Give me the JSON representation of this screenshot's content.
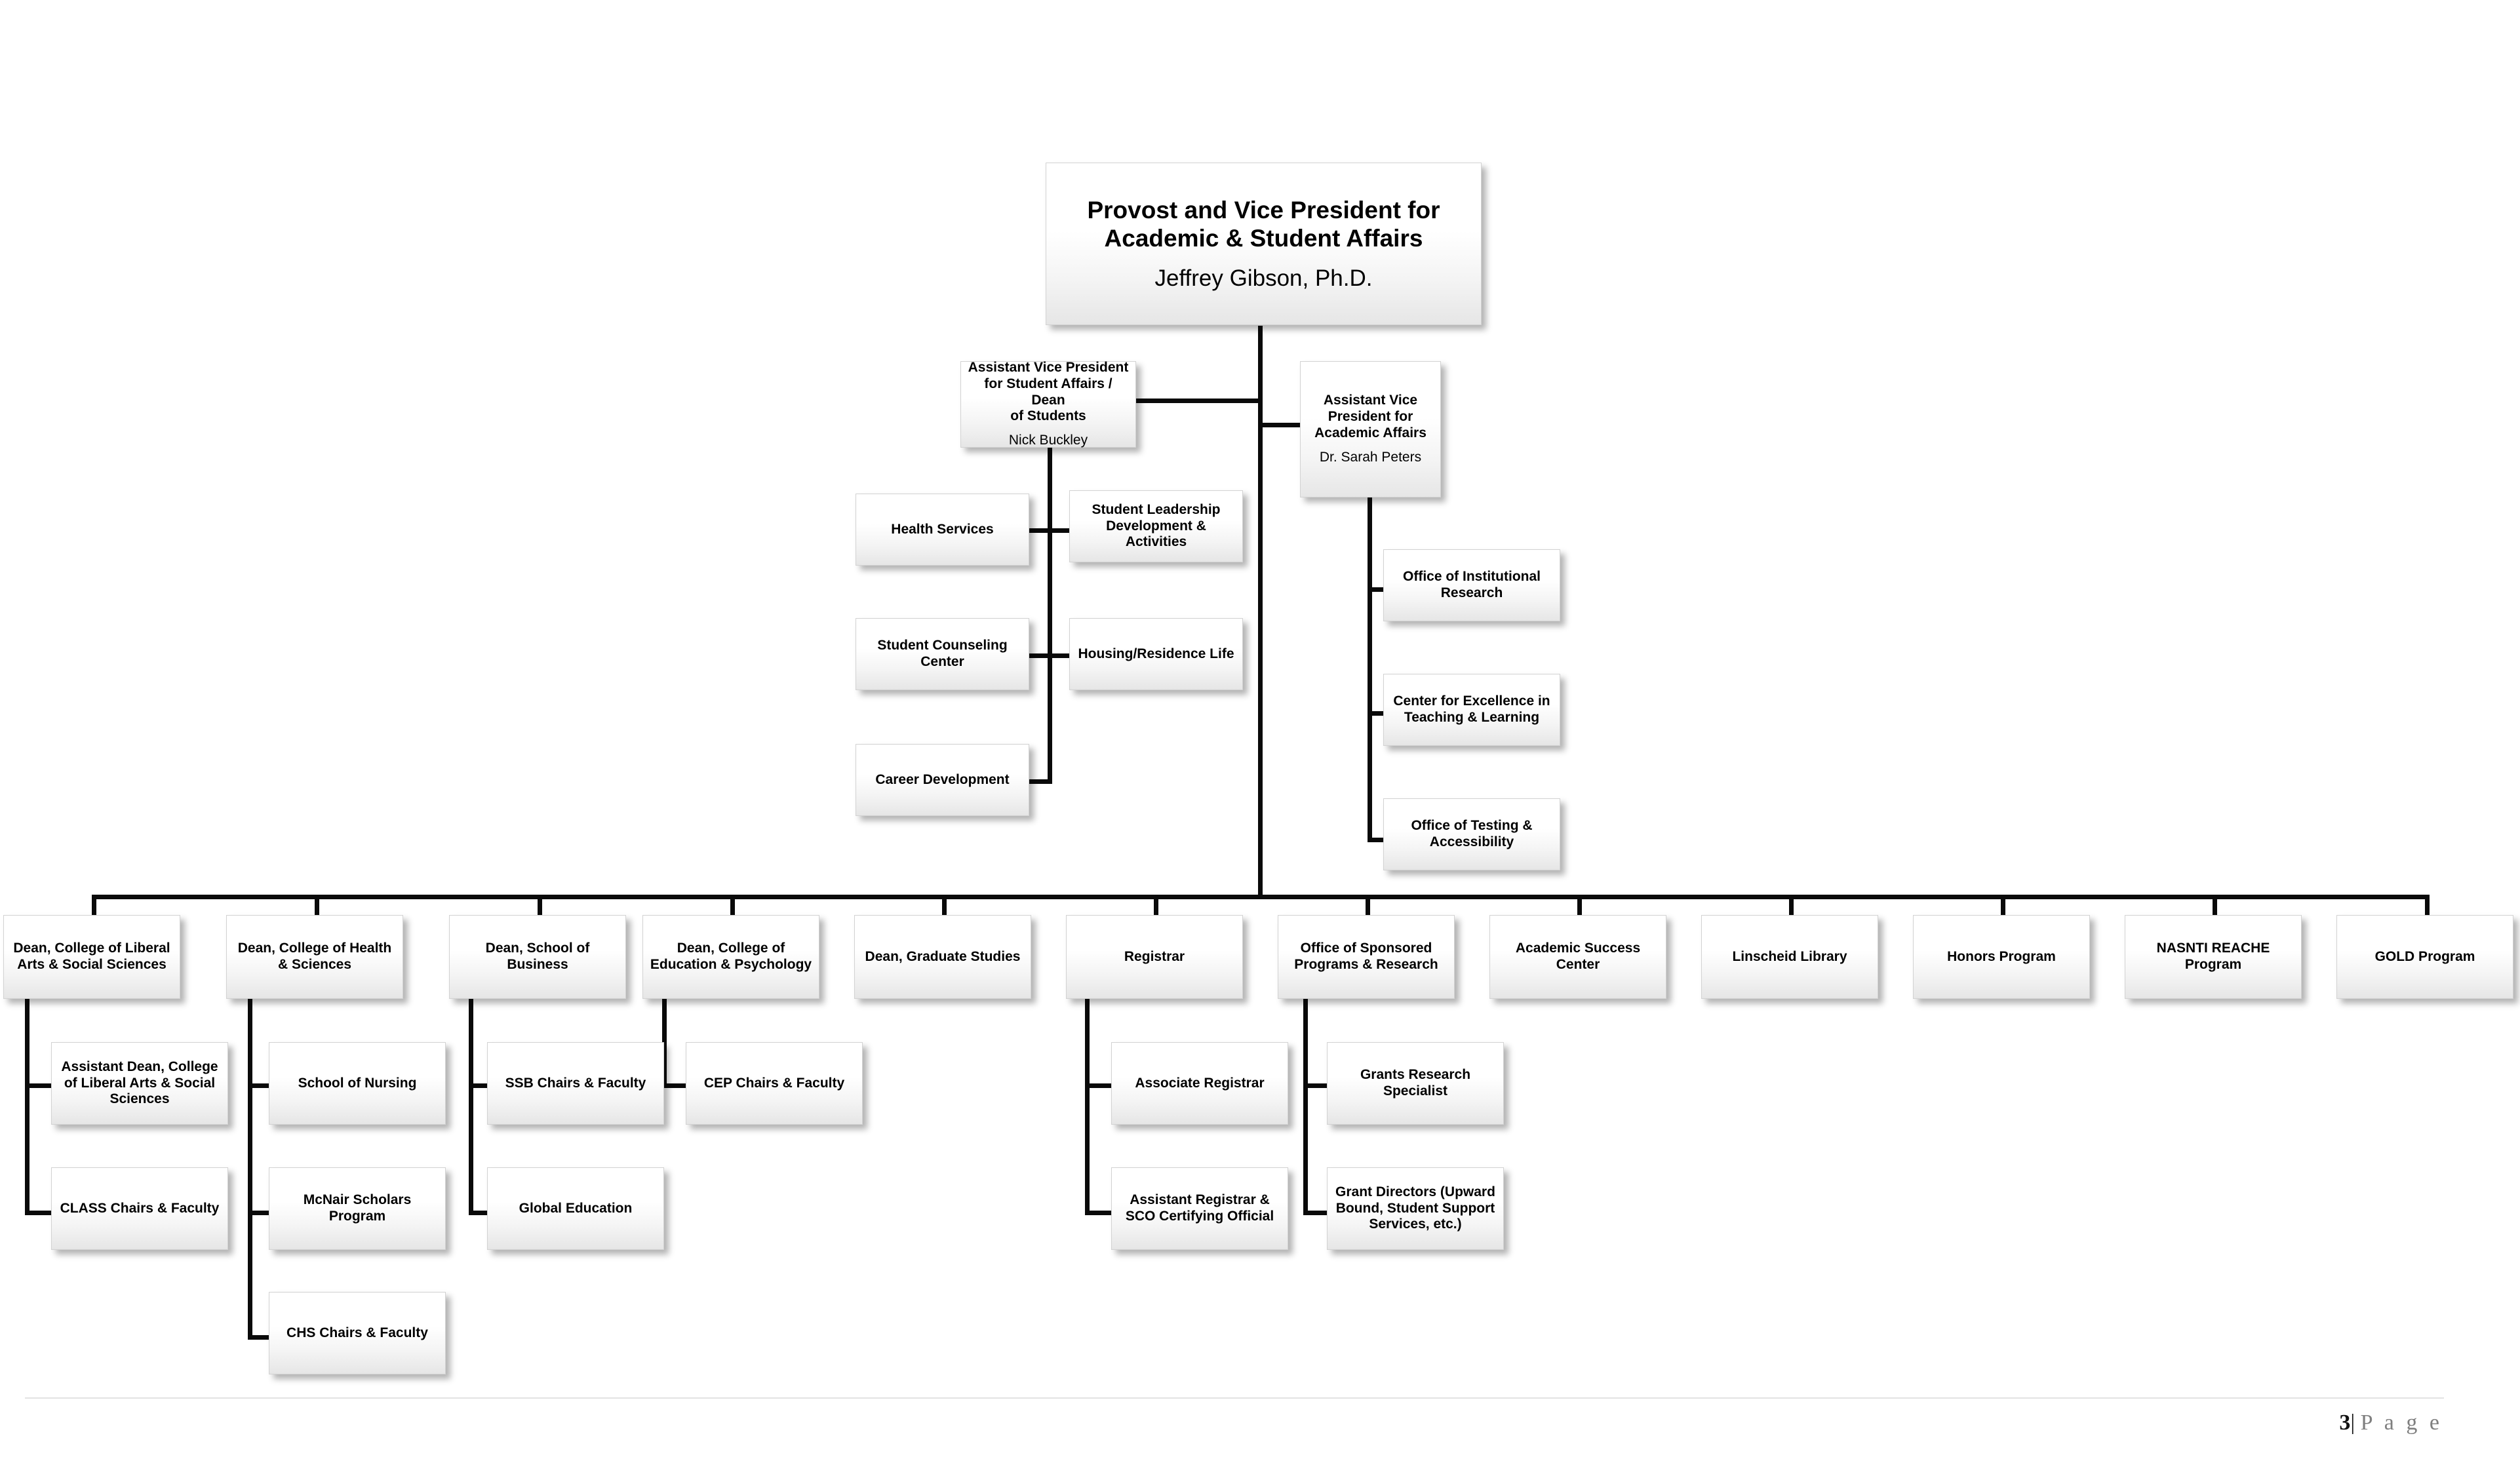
{
  "document": {
    "footer": {
      "page_number": "3",
      "separator": "|",
      "page_word": "P a g e"
    }
  },
  "chart_data": {
    "type": "diagram",
    "diagram_kind": "organizational-chart",
    "title": "Provost and Vice President for Academic & Student Affairs organizational chart",
    "nodes": [
      {
        "id": "provost",
        "level": 1,
        "title": "Provost and Vice President for Academic & Student Affairs",
        "title_line1": "Provost and Vice President for",
        "title_line2": "Academic & Student Affairs",
        "person": "Jeffrey Gibson, Ph.D.",
        "parent": null
      },
      {
        "id": "avp-student-affairs",
        "level": 2,
        "title": "Assistant Vice President for Student Affairs / Dean of Students",
        "title_line1": "Assistant Vice President",
        "title_line2": "for Student Affairs / Dean",
        "title_line3": "of Students",
        "person": "Nick Buckley",
        "parent": "provost"
      },
      {
        "id": "avp-academic-affairs",
        "level": 2,
        "title": "Assistant Vice President for Academic Affairs",
        "title_line1": "Assistant Vice",
        "title_line2": "President for",
        "title_line3": "Academic Affairs",
        "person": "Dr. Sarah Peters",
        "parent": "provost"
      },
      {
        "id": "health-services",
        "level": 3,
        "title": "Health Services",
        "parent": "avp-student-affairs"
      },
      {
        "id": "student-leadership",
        "level": 3,
        "title": "Student Leadership Development & Activities",
        "parent": "avp-student-affairs"
      },
      {
        "id": "student-counseling",
        "level": 3,
        "title": "Student Counseling Center",
        "parent": "avp-student-affairs"
      },
      {
        "id": "housing-residence-life",
        "level": 3,
        "title": "Housing/Residence Life",
        "parent": "avp-student-affairs"
      },
      {
        "id": "career-development",
        "level": 3,
        "title": "Career Development",
        "parent": "avp-student-affairs"
      },
      {
        "id": "office-institutional-research",
        "level": 3,
        "title": "Office of Institutional Research",
        "parent": "avp-academic-affairs"
      },
      {
        "id": "center-excellence-teaching",
        "level": 3,
        "title": "Center for Excellence in Teaching & Learning",
        "parent": "avp-academic-affairs"
      },
      {
        "id": "office-testing-accessibility",
        "level": 3,
        "title": "Office of Testing & Accessibility",
        "parent": "avp-academic-affairs"
      },
      {
        "id": "dean-class",
        "level": 3,
        "title": "Dean, College of Liberal Arts & Social Sciences",
        "parent": "provost"
      },
      {
        "id": "dean-chs",
        "level": 3,
        "title": "Dean, College of Health & Sciences",
        "parent": "provost"
      },
      {
        "id": "dean-ssb",
        "level": 3,
        "title": "Dean, School of Business",
        "parent": "provost"
      },
      {
        "id": "dean-cep",
        "level": 3,
        "title": "Dean, College of Education & Psychology",
        "parent": "provost"
      },
      {
        "id": "dean-graduate",
        "level": 3,
        "title": "Dean, Graduate Studies",
        "parent": "provost"
      },
      {
        "id": "registrar",
        "level": 3,
        "title": "Registrar",
        "parent": "provost"
      },
      {
        "id": "sponsored-programs",
        "level": 3,
        "title": "Office of Sponsored Programs & Research",
        "parent": "provost"
      },
      {
        "id": "academic-success-center",
        "level": 3,
        "title": "Academic Success Center",
        "parent": "provost"
      },
      {
        "id": "linscheid-library",
        "level": 3,
        "title": "Linscheid Library",
        "parent": "provost"
      },
      {
        "id": "honors-program",
        "level": 3,
        "title": "Honors Program",
        "parent": "provost"
      },
      {
        "id": "nasnti-reache",
        "level": 3,
        "title": "NASNTI REACHE Program",
        "parent": "provost"
      },
      {
        "id": "gold-program",
        "level": 3,
        "title": "GOLD Program",
        "parent": "provost"
      },
      {
        "id": "asst-dean-class",
        "level": 4,
        "title": "Assistant Dean, College of Liberal Arts & Social Sciences",
        "parent": "dean-class"
      },
      {
        "id": "class-chairs",
        "level": 4,
        "title": "CLASS Chairs & Faculty",
        "parent": "dean-class"
      },
      {
        "id": "school-of-nursing",
        "level": 4,
        "title": "School of Nursing",
        "parent": "dean-chs"
      },
      {
        "id": "mcnair-scholars",
        "level": 4,
        "title": "McNair Scholars Program",
        "parent": "dean-chs"
      },
      {
        "id": "chs-chairs",
        "level": 4,
        "title": "CHS Chairs & Faculty",
        "parent": "dean-chs"
      },
      {
        "id": "ssb-chairs",
        "level": 4,
        "title": "SSB Chairs & Faculty",
        "parent": "dean-ssb"
      },
      {
        "id": "global-education",
        "level": 4,
        "title": "Global Education",
        "parent": "dean-ssb"
      },
      {
        "id": "cep-chairs",
        "level": 4,
        "title": "CEP Chairs & Faculty",
        "parent": "dean-cep"
      },
      {
        "id": "associate-registrar",
        "level": 4,
        "title": "Associate Registrar",
        "parent": "registrar"
      },
      {
        "id": "assistant-registrar",
        "level": 4,
        "title": "Assistant Registrar & SCO Certifying Official",
        "parent": "registrar"
      },
      {
        "id": "grants-research-specialist",
        "level": 4,
        "title": "Grants Research Specialist",
        "parent": "sponsored-programs"
      },
      {
        "id": "grant-directors",
        "level": 4,
        "title": "Grant Directors (Upward Bound, Student Support Services, etc.)",
        "parent": "sponsored-programs"
      }
    ]
  },
  "boxes": {
    "provost": {
      "line1": "Provost and Vice President for",
      "line2": "Academic & Student Affairs",
      "person": "Jeffrey Gibson, Ph.D."
    },
    "avp_student_affairs": {
      "line1": "Assistant Vice President",
      "line2": "for Student Affairs / Dean",
      "line3": "of Students",
      "person": "Nick Buckley"
    },
    "avp_academic_affairs": {
      "line1": "Assistant Vice",
      "line2": "President for",
      "line3": "Academic Affairs",
      "person": "Dr. Sarah Peters"
    },
    "health_services": "Health Services",
    "student_leadership": "Student Leadership Development & Activities",
    "student_counseling": "Student Counseling Center",
    "housing_residence_life": "Housing/Residence Life",
    "career_development": "Career Development",
    "office_institutional_research": "Office of Institutional Research",
    "center_excellence_teaching": "Center for Excellence in Teaching & Learning",
    "office_testing_accessibility": "Office of Testing & Accessibility",
    "dean_class": "Dean, College of Liberal Arts & Social Sciences",
    "dean_chs": "Dean, College of Health & Sciences",
    "dean_ssb": "Dean, School of Business",
    "dean_cep": "Dean, College of Education & Psychology",
    "dean_graduate": "Dean, Graduate Studies",
    "registrar": "Registrar",
    "sponsored_programs": "Office of Sponsored Programs & Research",
    "academic_success_center": "Academic Success Center",
    "linscheid_library": "Linscheid Library",
    "honors_program": "Honors Program",
    "nasnti_reache": "NASNTI REACHE Program",
    "gold_program": "GOLD Program",
    "asst_dean_class": "Assistant Dean, College of Liberal Arts & Social Sciences",
    "class_chairs": "CLASS Chairs & Faculty",
    "school_of_nursing": "School of Nursing",
    "mcnair_scholars": "McNair Scholars Program",
    "chs_chairs": "CHS Chairs & Faculty",
    "ssb_chairs": "SSB Chairs & Faculty",
    "global_education": "Global Education",
    "cep_chairs": "CEP Chairs & Faculty",
    "associate_registrar": "Associate Registrar",
    "assistant_registrar": "Assistant Registrar & SCO Certifying Official",
    "grants_research_specialist": "Grants Research Specialist",
    "grant_directors": "Grant Directors (Upward Bound, Student Support Services, etc.)"
  }
}
